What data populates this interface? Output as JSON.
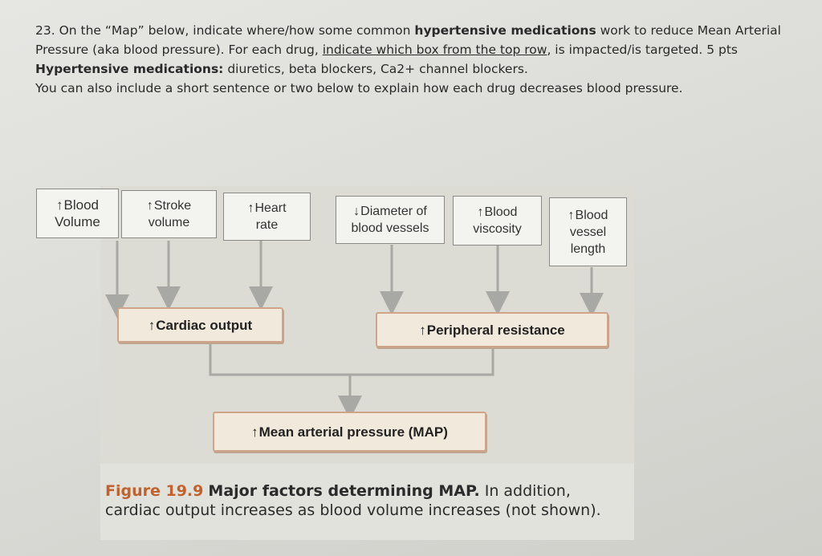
{
  "question": {
    "line1_prefix": "23. On the “Map” below, indicate where/how some common ",
    "line1_bold": "hypertensive medications",
    "line1_suffix": " work to reduce Mean Arterial",
    "line2_prefix": "Pressure (aka blood pressure).  For each drug, ",
    "line2_underline": "indicate which box from the top row",
    "line2_suffix": ", is impacted/is targeted. 5 pts",
    "line3_bold": "Hypertensive medications:",
    "line3_suffix": " diuretics, beta blockers, Ca2+ channel blockers.",
    "line4": "You can also include a short sentence or two below to explain how each drug decreases blood pressure."
  },
  "diagram": {
    "top_row": [
      {
        "arrow": "↑",
        "line1": "Blood",
        "line2": "Volume",
        "line3": ""
      },
      {
        "arrow": "↑",
        "line1": "Stroke",
        "line2": "volume",
        "line3": ""
      },
      {
        "arrow": "↑",
        "line1": "Heart",
        "line2": "rate",
        "line3": ""
      },
      {
        "arrow": "↓",
        "line1": "Diameter of",
        "line2": "blood vessels",
        "line3": ""
      },
      {
        "arrow": "↑",
        "line1": "Blood",
        "line2": "viscosity",
        "line3": ""
      },
      {
        "arrow": "↑",
        "line1": "Blood",
        "line2": "vessel",
        "line3": "length"
      }
    ],
    "cardiac_output": {
      "arrow": "↑",
      "label": "Cardiac output"
    },
    "peripheral_resistance": {
      "arrow": "↑",
      "label": "Peripheral resistance"
    },
    "map": {
      "arrow": "↑",
      "label": "Mean arterial pressure (MAP)"
    }
  },
  "caption": {
    "figure_label": "Figure 19.9",
    "title": "Major factors determining MAP.",
    "text1": " In addition,",
    "text2": "cardiac output increases as blood volume increases (not shown)."
  },
  "colors": {
    "figure_label": "#c1622e",
    "box_border": "#cfa489",
    "connector": "#9a9a96"
  }
}
